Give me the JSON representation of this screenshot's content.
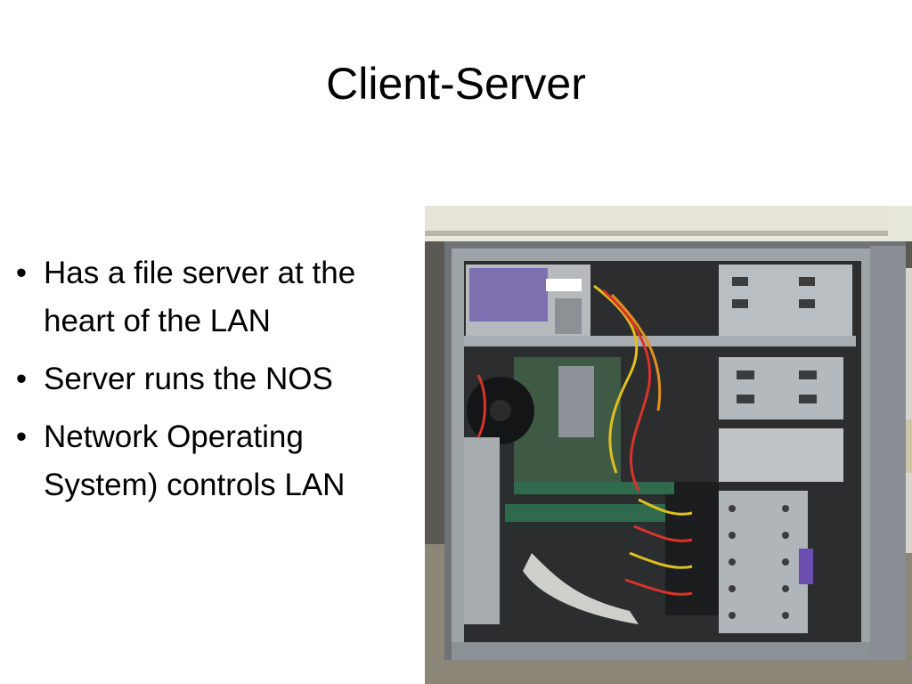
{
  "slide": {
    "title": "Client-Server",
    "bullets": [
      {
        "text": "Has a file server at the heart of the LAN"
      },
      {
        "text": "Server runs the NOS"
      },
      {
        "text": "Network Operating System) controls LAN"
      }
    ],
    "bullet_glyph": "•"
  },
  "photo": {
    "subject": "open-server-tower-photo"
  }
}
